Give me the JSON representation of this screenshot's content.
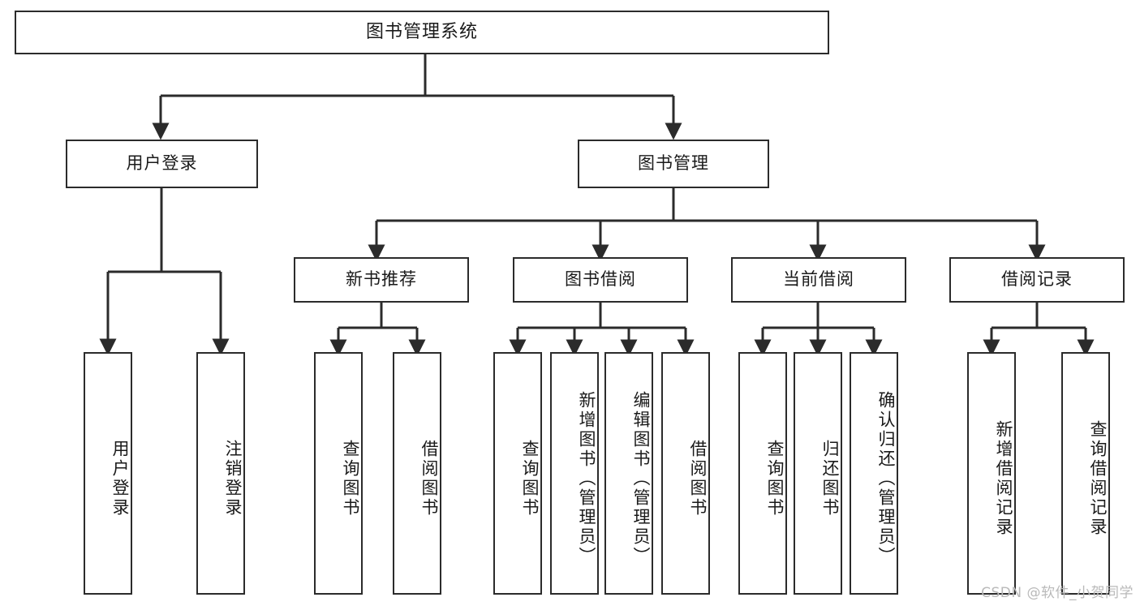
{
  "diagram": {
    "title": "图书管理系统",
    "type": "hierarchy-tree",
    "watermark": "CSDN @软件_小贺同学",
    "colors": {
      "background": "#ffffff",
      "node_border": "#2b2b2b",
      "node_fill": "#ffffff",
      "connector": "#2b2b2b",
      "text": "#1a1a1a",
      "watermark": "#b9b9b9"
    },
    "levels": {
      "root": {
        "label": "图书管理系统"
      },
      "level2": [
        {
          "label": "用户登录"
        },
        {
          "label": "图书管理"
        }
      ],
      "level3": [
        {
          "label": "新书推荐"
        },
        {
          "label": "图书借阅"
        },
        {
          "label": "当前借阅"
        },
        {
          "label": "借阅记录"
        }
      ],
      "leaves": {
        "user_login": [
          {
            "label": "用户登录"
          },
          {
            "label": "注销登录"
          }
        ],
        "new_book_recommend": [
          {
            "label": "查询图书"
          },
          {
            "label": "借阅图书"
          }
        ],
        "book_borrow": [
          {
            "label": "查询图书"
          },
          {
            "label": "新增图书（管理员）"
          },
          {
            "label": "编辑图书（管理员）"
          },
          {
            "label": "借阅图书"
          }
        ],
        "current_borrow": [
          {
            "label": "查询图书"
          },
          {
            "label": "归还图书"
          },
          {
            "label": "确认归还（管理员）"
          }
        ],
        "borrow_record": [
          {
            "label": "新增借阅记录"
          },
          {
            "label": "查询借阅记录"
          }
        ]
      }
    }
  }
}
